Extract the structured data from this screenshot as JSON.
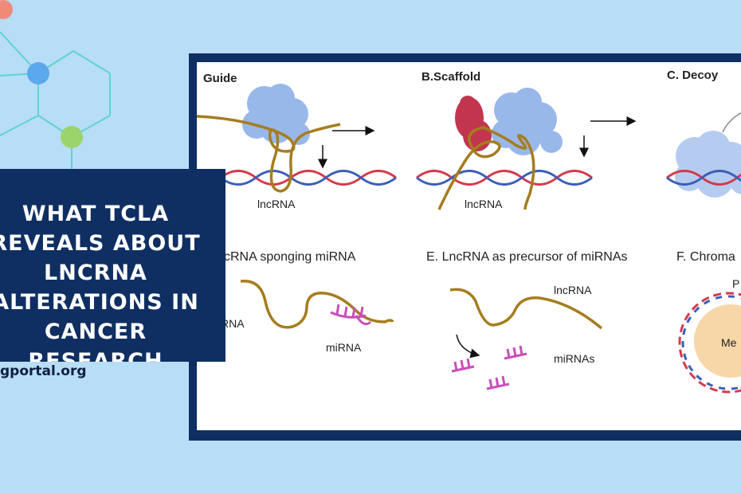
{
  "banner": {
    "title": "What TCLA\nreveals about\nlncRNA\nalterations in\ncancer research",
    "site": "gportal.org"
  },
  "figure": {
    "panel_a_title": "Guide",
    "panel_b_title": "B.Scaffold",
    "panel_c_title": "C. Decoy",
    "panel_d_title": "cRNA sponging miRNA",
    "panel_e_title": "E. LncRNA as precursor of miRNAs",
    "panel_f_title": "F. Chroma",
    "lncrna_a": "lncRNA",
    "lncrna_b": "lncRNA",
    "rna_d": "RNA",
    "mirna_d": "miRNA",
    "lncrna_e": "lncRNA",
    "mirnas_e": "miRNAs",
    "p_f": "P",
    "med_f": "Me"
  },
  "colors": {
    "background": "#b8ddf7",
    "navy": "#0f2f63",
    "rna_strand": "#a57d1f",
    "dna_red": "#d53a4a",
    "dna_blue": "#3b5fb8",
    "protein_blue": "#8fb1e8",
    "protein_red": "#c2354e",
    "mirna_pink": "#c84fb8"
  }
}
